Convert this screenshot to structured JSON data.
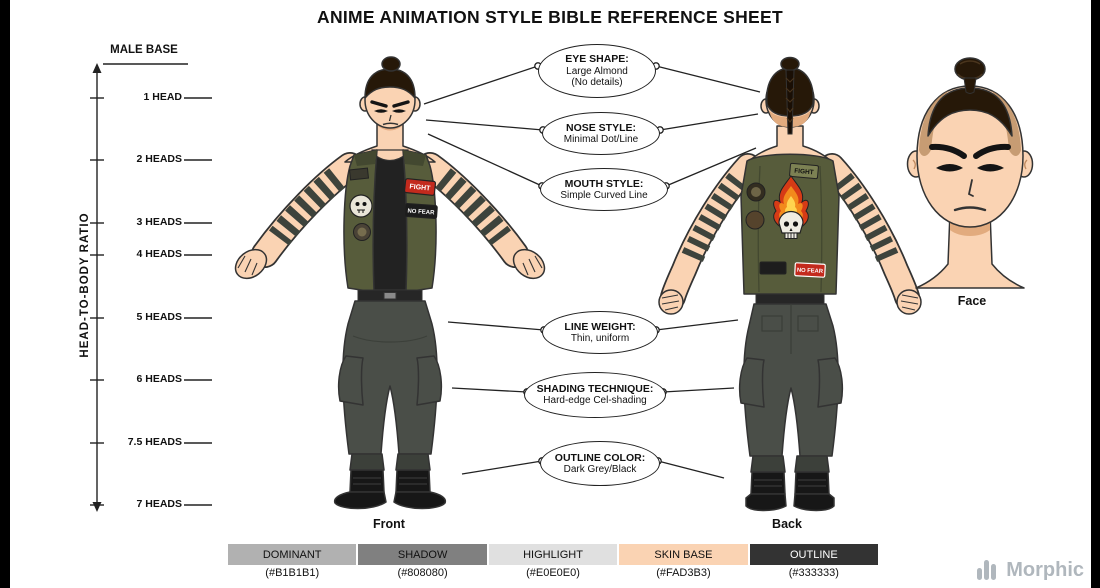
{
  "sheet": {
    "title": "ANIME ANIMATION STYLE BIBLE REFERENCE SHEET"
  },
  "ruler": {
    "axis_label": "HEAD-TO-BODY RATIO",
    "base_label": "MALE BASE",
    "marks": [
      {
        "label": "1 HEAD"
      },
      {
        "label": "2 HEADS"
      },
      {
        "label": "3 HEADS"
      },
      {
        "label": "4 HEADS"
      },
      {
        "label": "5 HEADS"
      },
      {
        "label": "6 HEADS"
      },
      {
        "label": "7.5 HEADS"
      },
      {
        "label": "7 HEADS"
      }
    ]
  },
  "callouts": [
    {
      "title": "EYE SHAPE:",
      "line1": "Large Almond",
      "line2": "(No details)"
    },
    {
      "title": "NOSE STYLE:",
      "line1": "Minimal Dot/Line",
      "line2": ""
    },
    {
      "title": "MOUTH STYLE:",
      "line1": "Simple Curved Line",
      "line2": ""
    },
    {
      "title": "LINE WEIGHT:",
      "line1": "Thin, uniform",
      "line2": ""
    },
    {
      "title": "SHADING TECHNIQUE:",
      "line1": "Hard-edge Cel-shading",
      "line2": ""
    },
    {
      "title": "OUTLINE COLOR:",
      "line1": "Dark Grey/Black",
      "line2": ""
    }
  ],
  "views": {
    "front_label": "Front",
    "back_label": "Back",
    "face_label": "Face"
  },
  "character": {
    "patch_fight": "FIGHT",
    "patch_no_fear": "NO FEAR"
  },
  "palette": {
    "swatches": [
      {
        "name": "DOMINANT",
        "hex": "(#B1B1B1)",
        "color": "#B1B1B1",
        "text_color": "#111111"
      },
      {
        "name": "SHADOW",
        "hex": "(#808080)",
        "color": "#808080",
        "text_color": "#111111"
      },
      {
        "name": "HIGHLIGHT",
        "hex": "(#E0E0E0)",
        "color": "#E0E0E0",
        "text_color": "#111111"
      },
      {
        "name": "SKIN BASE",
        "hex": "(#FAD3B3)",
        "color": "#FAD3B3",
        "text_color": "#111111"
      },
      {
        "name": "OUTLINE",
        "hex": "(#333333)",
        "color": "#333333",
        "text_color": "#FFFFFF"
      }
    ]
  },
  "watermark": {
    "brand": "Morphic"
  }
}
